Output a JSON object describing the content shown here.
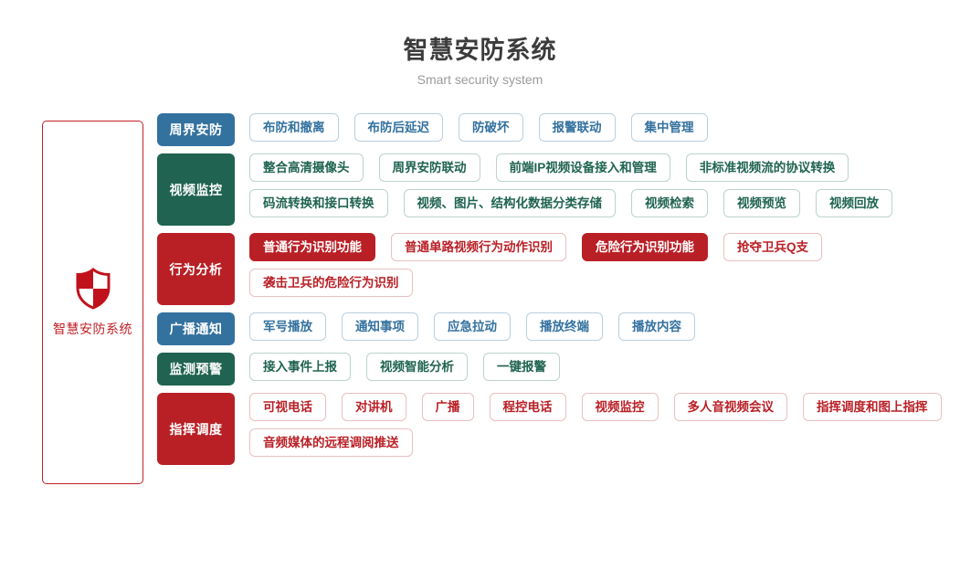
{
  "header": {
    "title": "智慧安防系统",
    "subtitle": "Smart security system"
  },
  "brand": {
    "label": "智慧安防系统",
    "icon": "shield-icon"
  },
  "colors": {
    "blue": "#33719f",
    "green": "#1f6350",
    "red": "#b92026",
    "frame_border": "#c12026",
    "title": "#3c3c3c",
    "subtitle": "#9b9b9b"
  },
  "rows": [
    {
      "label": "周界安防",
      "color": "blue",
      "tone": "t-blue",
      "accent": "c-blue",
      "height": "h1",
      "items": [
        {
          "label": "布防和撤离",
          "filled": false
        },
        {
          "label": "布防后延迟",
          "filled": false
        },
        {
          "label": "防破坏",
          "filled": false
        },
        {
          "label": "报警联动",
          "filled": false
        },
        {
          "label": "集中管理",
          "filled": false
        }
      ]
    },
    {
      "label": "视频监控",
      "color": "green",
      "tone": "t-green",
      "accent": "c-green",
      "height": "h2",
      "items": [
        {
          "label": "整合高清摄像头",
          "filled": false
        },
        {
          "label": "周界安防联动",
          "filled": false
        },
        {
          "label": "前端IP视频设备接入和管理",
          "filled": false
        },
        {
          "label": "非标准视频流的协议转换",
          "filled": false
        },
        {
          "label": "码流转换和接口转换",
          "filled": false
        },
        {
          "label": "视频、图片、结构化数据分类存储",
          "filled": false
        },
        {
          "label": "视频检索",
          "filled": false
        },
        {
          "label": "视频预览",
          "filled": false
        },
        {
          "label": "视频回放",
          "filled": false
        }
      ]
    },
    {
      "label": "行为分析",
      "color": "red",
      "tone": "t-red",
      "accent": "c-red",
      "height": "h2",
      "items": [
        {
          "label": "普通行为识别功能",
          "filled": true
        },
        {
          "label": "普通单路视频行为动作识别",
          "filled": false
        },
        {
          "label": "危险行为识别功能",
          "filled": true
        },
        {
          "label": "抢夺卫兵Q支",
          "filled": false
        },
        {
          "label": "袭击卫兵的危险行为识别",
          "filled": false
        }
      ]
    },
    {
      "label": "广播通知",
      "color": "blue",
      "tone": "t-blue",
      "accent": "c-blue",
      "height": "h1",
      "items": [
        {
          "label": "军号播放",
          "filled": false
        },
        {
          "label": "通知事项",
          "filled": false
        },
        {
          "label": "应急拉动",
          "filled": false
        },
        {
          "label": "播放终端",
          "filled": false
        },
        {
          "label": "播放内容",
          "filled": false
        }
      ]
    },
    {
      "label": "监测预警",
      "color": "green",
      "tone": "t-green",
      "accent": "c-green",
      "height": "h1",
      "items": [
        {
          "label": "接入事件上报",
          "filled": false
        },
        {
          "label": "视频智能分析",
          "filled": false
        },
        {
          "label": "一键报警",
          "filled": false
        }
      ]
    },
    {
      "label": "指挥调度",
      "color": "red",
      "tone": "t-red",
      "accent": "c-red",
      "height": "h2",
      "items": [
        {
          "label": "可视电话",
          "filled": false
        },
        {
          "label": "对讲机",
          "filled": false
        },
        {
          "label": "广播",
          "filled": false
        },
        {
          "label": "程控电话",
          "filled": false
        },
        {
          "label": "视频监控",
          "filled": false
        },
        {
          "label": "多人音视频会议",
          "filled": false
        },
        {
          "label": "指挥调度和图上指挥",
          "filled": false
        },
        {
          "label": "音频媒体的远程调阅推送",
          "filled": false
        }
      ]
    }
  ]
}
